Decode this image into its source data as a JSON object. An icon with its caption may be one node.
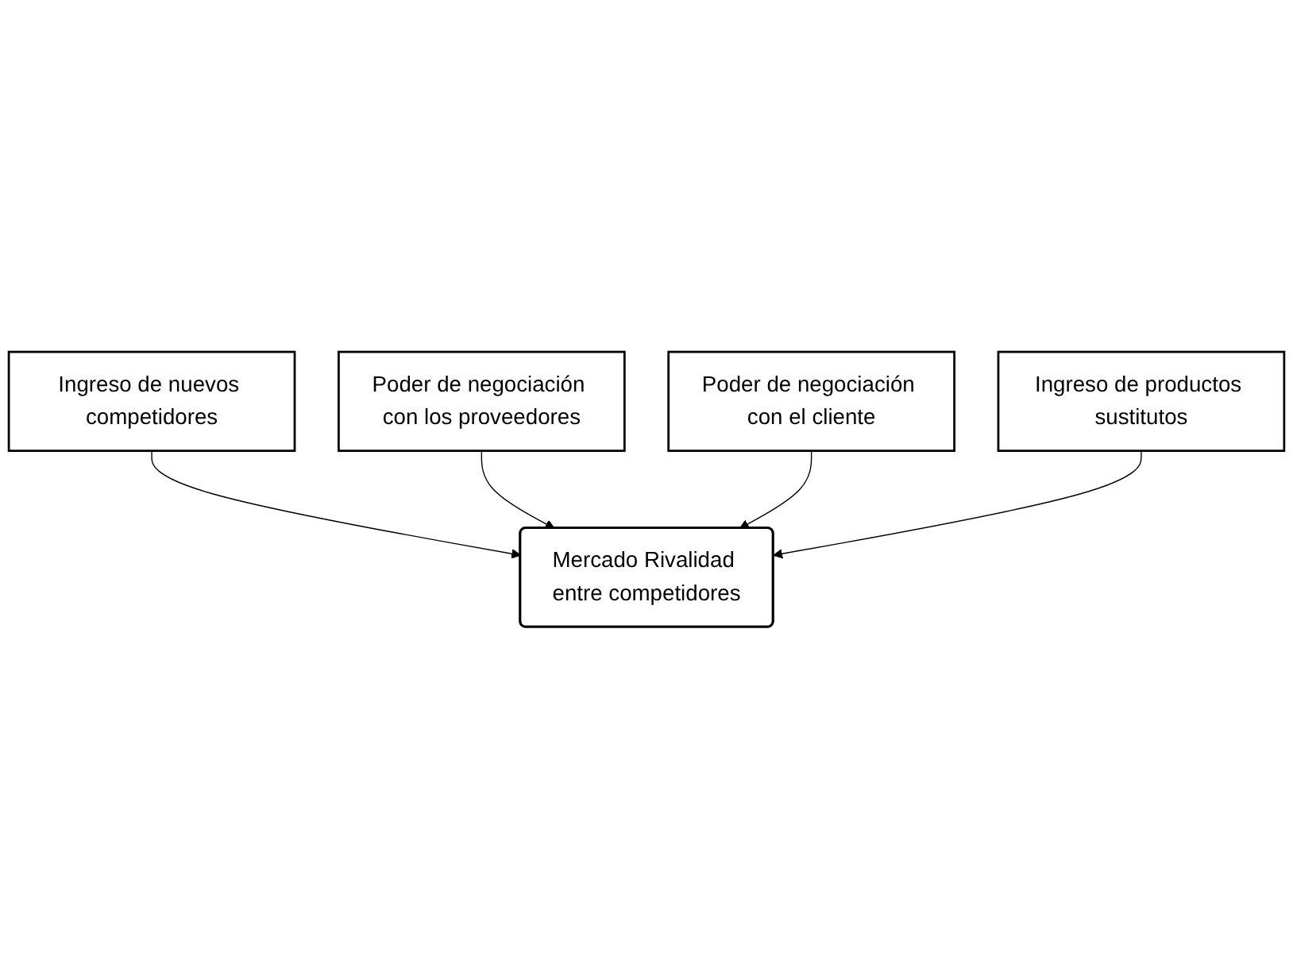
{
  "diagram": {
    "nodes": [
      {
        "text": [
          "Ingreso de nuevos competidores"
        ]
      },
      {
        "text": [
          "Poder de negociación con los proveedores"
        ]
      },
      {
        "text": [
          "Mercado Rivalidad entre competidores"
        ]
      },
      {
        "text": [
          "Poder de negociación con el cliente"
        ]
      },
      {
        "text": [
          "Ingreso de productos sustitutos"
        ]
      }
    ],
    "edges": [
      {
        "from": 0,
        "to": 2,
        "arrow": "to"
      },
      {
        "from": 1,
        "to": 2,
        "arrow": "to"
      },
      {
        "from": 3,
        "to": 2,
        "arrow": "to"
      },
      {
        "from": 4,
        "to": 2,
        "arrow": "to"
      }
    ]
  }
}
